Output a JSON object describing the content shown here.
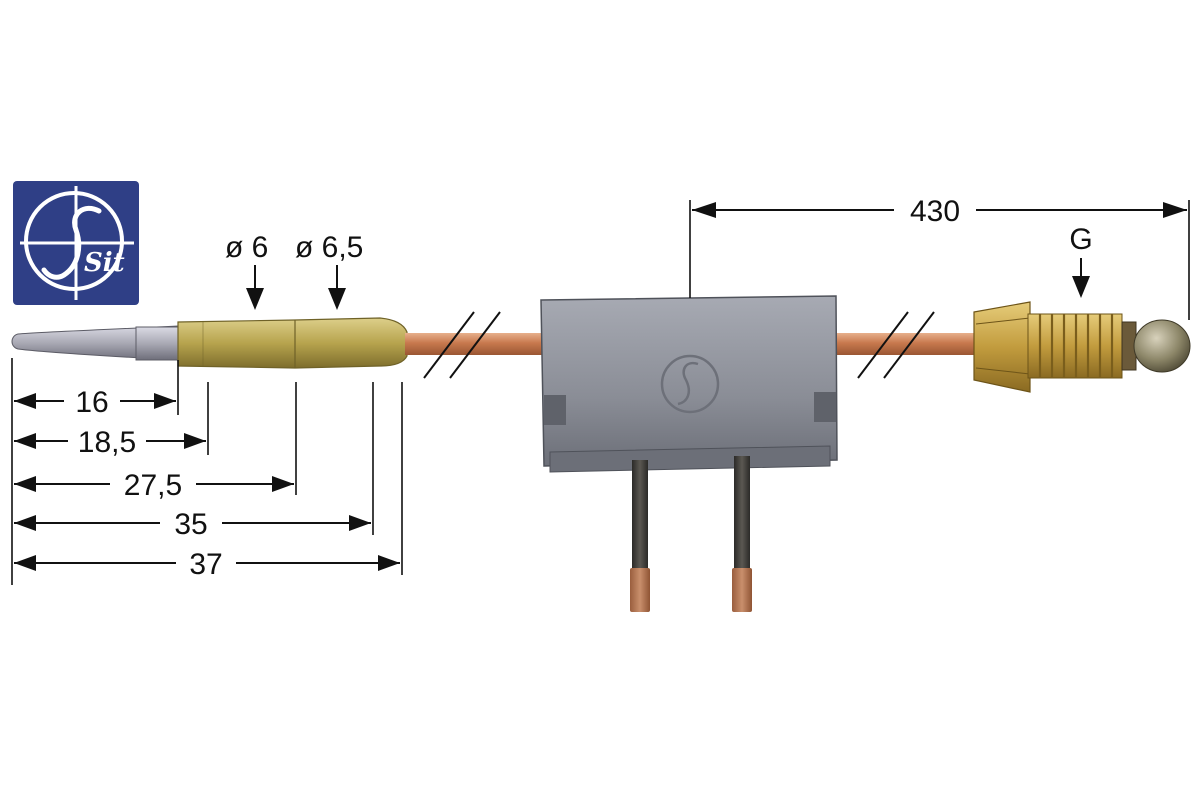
{
  "logo": {
    "text": "Sit",
    "colors": {
      "background": "#2f3f86",
      "foreground": "#ffffff"
    }
  },
  "diameters": [
    {
      "label": "ø 6"
    },
    {
      "label": "ø 6,5"
    }
  ],
  "lengths": [
    {
      "label": "16"
    },
    {
      "label": "18,5"
    },
    {
      "label": "27,5"
    },
    {
      "label": "35"
    },
    {
      "label": "37"
    }
  ],
  "cable_length": {
    "label": "430"
  },
  "thread": {
    "label": "G"
  },
  "colors": {
    "copper": "#c8794e",
    "brass": "#b7a44e",
    "housing": "#8a8d96",
    "probe_tip": "#a9a9b4",
    "pin_tip": "#b97a55"
  }
}
